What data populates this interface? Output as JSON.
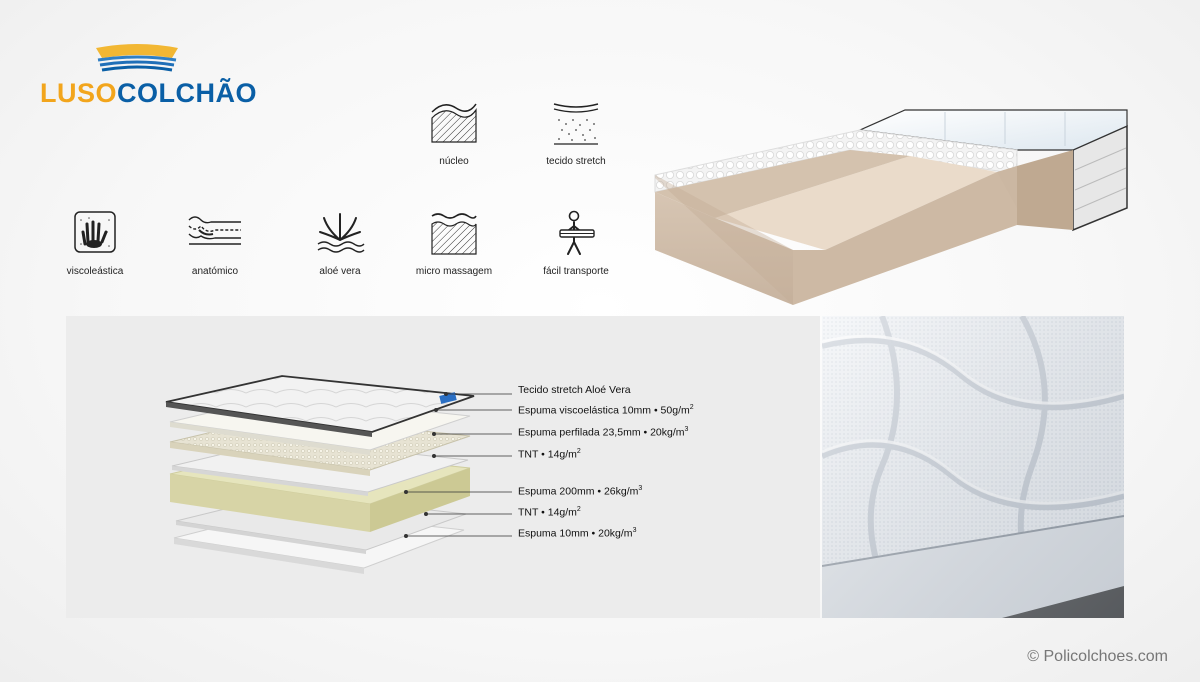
{
  "brand": {
    "part1": "LUSO",
    "part2": "COLCHÃO"
  },
  "colors": {
    "brand_orange": "#f2a51c",
    "brand_blue": "#0a5fa6",
    "foam_beige": "#d8c7b6",
    "foam_green": "#e4e3b8"
  },
  "features_top": [
    {
      "icon": "nucleo-icon",
      "label": "núcleo"
    },
    {
      "icon": "stretch-fabric-icon",
      "label": "tecido stretch"
    }
  ],
  "features_bottom": [
    {
      "icon": "hand-print-icon",
      "label": "viscoleástica"
    },
    {
      "icon": "body-contour-icon",
      "label": "anatómico"
    },
    {
      "icon": "aloe-plant-icon",
      "label": "aloé vera"
    },
    {
      "icon": "wave-massage-icon",
      "label": "micro massagem"
    },
    {
      "icon": "person-carrying-icon",
      "label": "fácil transporte"
    }
  ],
  "layers": [
    {
      "text": "Tecido stretch Aloé Vera"
    },
    {
      "text": "Espuma viscoelástica 10mm • 50g/m",
      "sup": "2"
    },
    {
      "text": "Espuma perfilada 23,5mm • 20kg/m",
      "sup": "3"
    },
    {
      "text": "TNT • 14g/m",
      "sup": "2"
    },
    {
      "text": "Espuma 200mm • 26kg/m",
      "sup": "3"
    },
    {
      "text": "TNT • 14g/m",
      "sup": "2"
    },
    {
      "text": "Espuma 10mm • 20kg/m",
      "sup": "3"
    }
  ],
  "copyright": "© Policolchoes.com"
}
